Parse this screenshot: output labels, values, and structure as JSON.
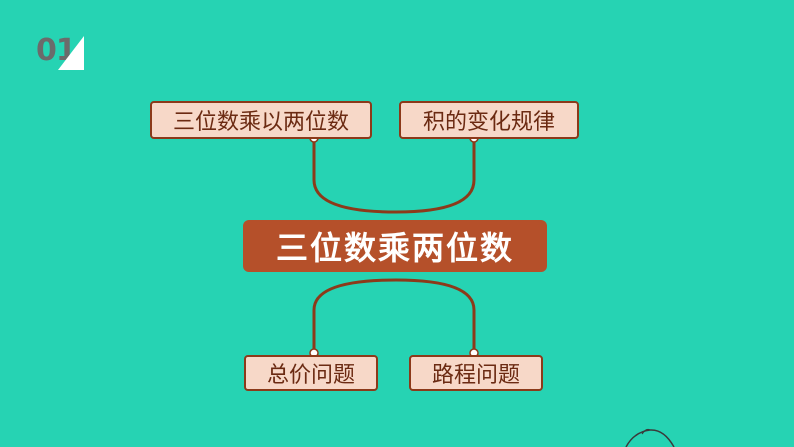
{
  "badge": {
    "number": "01"
  },
  "diagram": {
    "center": "三位数乘两位数",
    "top_left": "三位数乘以两位数",
    "top_right": "积的变化规律",
    "bottom_left": "总价问题",
    "bottom_right": "路程问题"
  },
  "colors": {
    "background": "#26d3b3",
    "center_fill": "#b5502a",
    "node_fill": "#f7d8c8",
    "node_border": "#8c3a1a",
    "badge_text": "#6b6b6b"
  }
}
